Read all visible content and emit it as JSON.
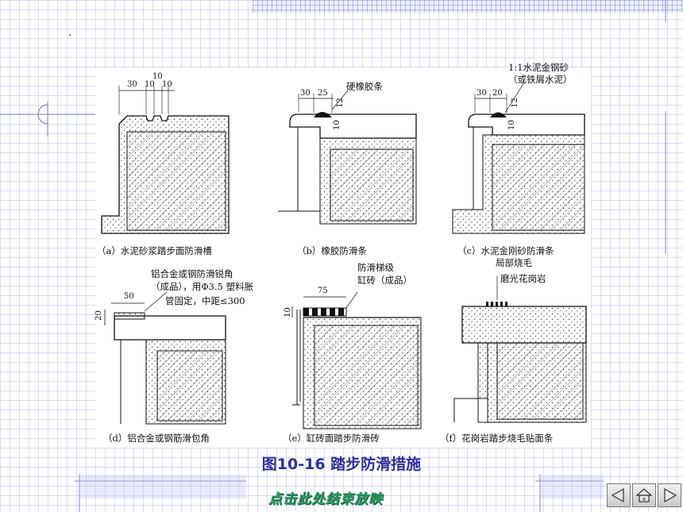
{
  "slide_dot": ".",
  "figure": {
    "panels": [
      {
        "id": "a",
        "caption": "（a）水泥砂浆踏步面防滑槽",
        "dims": [
          "30",
          "10",
          "10",
          "10"
        ]
      },
      {
        "id": "b",
        "caption": "（b）橡胶防滑条",
        "label": "硬橡胶条",
        "dims": [
          "30",
          "25",
          "10",
          "12"
        ]
      },
      {
        "id": "c",
        "caption": "（c）水泥金刚砂防滑条",
        "label_lines": [
          "1:1水泥金钢砂",
          "（或铁屑水泥）"
        ],
        "dims": [
          "30",
          "20",
          "10",
          "12"
        ]
      },
      {
        "id": "d",
        "caption": "（d）铝合金或钢筋滑包角",
        "label_lines": [
          "铝合金或钢防滑锐角",
          "（成品），用Φ3.5 塑料胀",
          "管固定，中距≤300"
        ],
        "dims": [
          "50",
          "20"
        ]
      },
      {
        "id": "e",
        "caption": "（e）缸砖面踏步防滑砖",
        "label_lines": [
          "防滑梯级",
          "缸砖（成品）"
        ],
        "dims": [
          "75",
          "10"
        ]
      },
      {
        "id": "f",
        "caption": "（f）花岗岩踏步烧毛贴面条",
        "label_lines": [
          "局部烧毛",
          "磨光花岗岩"
        ]
      }
    ]
  },
  "title": "图10-16  踏步防滑措施",
  "footer": {
    "end_show": "点击此处结束放映",
    "nav": [
      {
        "name": "prev-slide-button",
        "icon": "arrow-left-icon"
      },
      {
        "name": "home-button",
        "icon": "home-icon"
      },
      {
        "name": "next-slide-button",
        "icon": "arrow-right-icon"
      }
    ]
  },
  "colors": {
    "title": "#2e2e9c",
    "grid": "#969be6",
    "end_show": "#2d9a63"
  }
}
